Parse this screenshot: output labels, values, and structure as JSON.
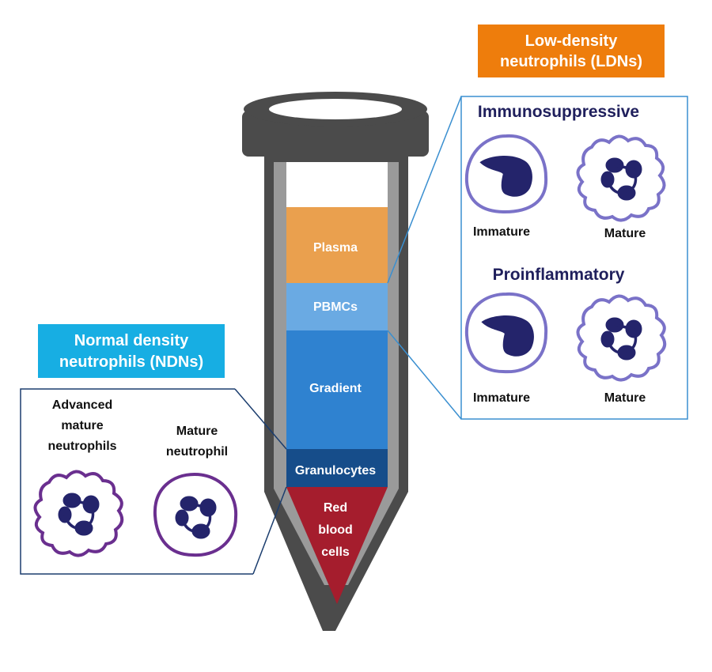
{
  "tube": {
    "layers": {
      "plasma": "Plasma",
      "pbmcs": "PBMCs",
      "gradient": "Gradient",
      "granulocytes": "Granulocytes",
      "rbc": [
        "Red",
        "blood",
        "cells"
      ]
    }
  },
  "ldn": {
    "header": [
      "Low-density",
      "neutrophils (LDNs)"
    ],
    "immunosuppressive": {
      "title": "Immunosuppressive",
      "immature": "Immature",
      "mature": "Mature"
    },
    "proinflammatory": {
      "title": "Proinflammatory",
      "immature": "Immature",
      "mature": "Mature"
    }
  },
  "ndn": {
    "header": [
      "Normal density",
      "neutrophils (NDNs)"
    ],
    "advanced": [
      "Advanced",
      "mature",
      "neutrophils"
    ],
    "mature": [
      "Mature",
      "neutrophil"
    ]
  },
  "colors": {
    "tube": "#4b4b4b",
    "tube_inner": "#9a9a9a",
    "plasma": "#eaa04e",
    "pbmcs": "#6aaae3",
    "gradient": "#2f82d0",
    "granulocytes": "#164d8a",
    "rbc": "#a51d2d",
    "ldn_header": "#ee7d0c",
    "ndn_header": "#17aee3",
    "nucleus": "#24246b",
    "ldn_membrane": "#7a72c8",
    "ndn_membrane": "#6a2f8f",
    "callout_ldn": "#3a8fd0",
    "callout_ndn": "#1b3d6e"
  }
}
